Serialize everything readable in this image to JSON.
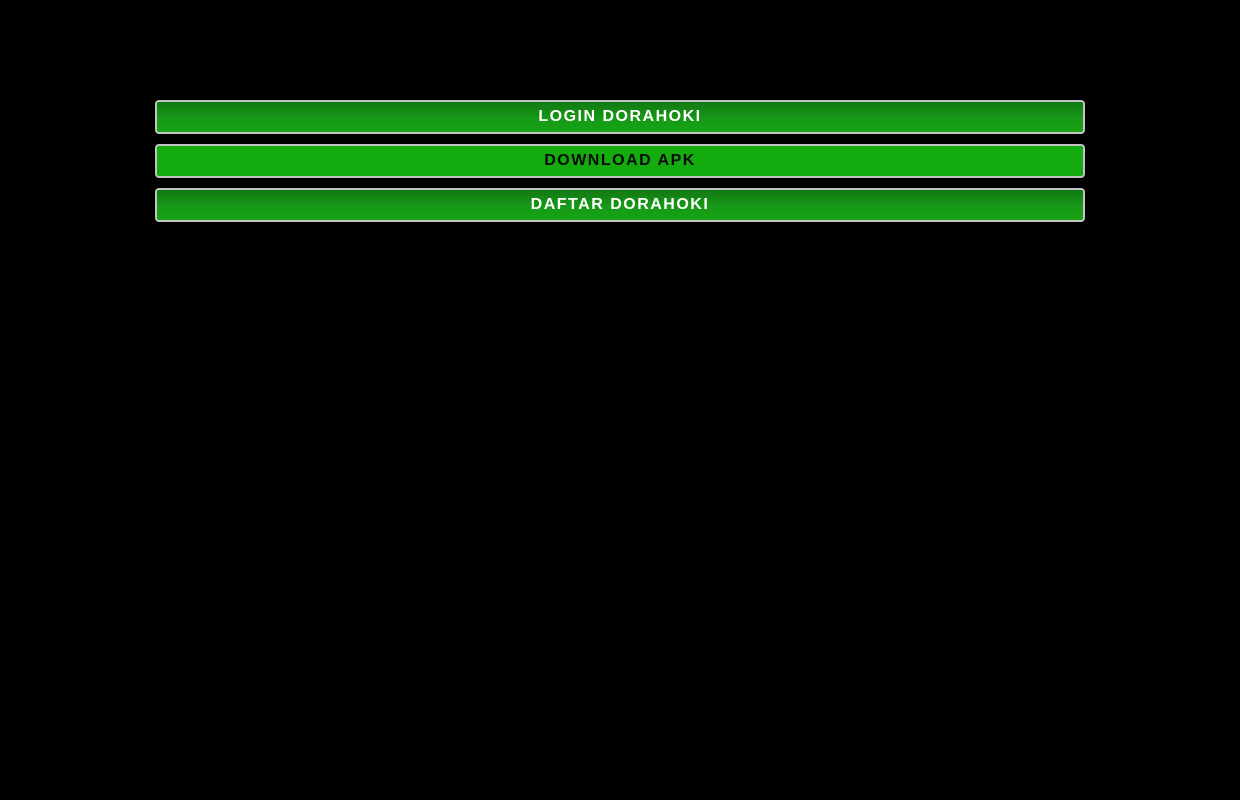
{
  "buttons": [
    {
      "label": "LOGIN DORAHOKI",
      "style": "gradient",
      "text_color": "#ffffff"
    },
    {
      "label": "DOWNLOAD APK",
      "style": "flat",
      "text_color": "#0a0a0a"
    },
    {
      "label": "DAFTAR DORAHOKI",
      "style": "gradient",
      "text_color": "#ffffff"
    }
  ],
  "colors": {
    "background": "#000000",
    "button_green_dark": "#137813",
    "button_green_light": "#16a416",
    "button_green_flat": "#14ab0f",
    "button_border": "#c2c2c2"
  }
}
